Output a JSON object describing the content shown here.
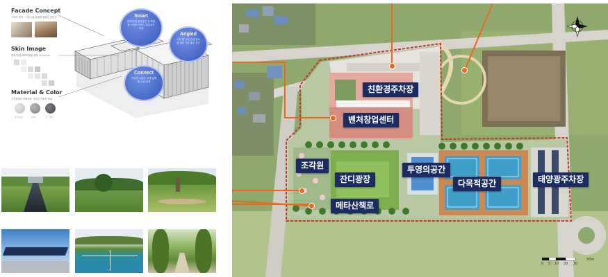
{
  "concept": {
    "facade": {
      "title": "Facade Concept",
      "subtitle": "스마트 벤처 · 기능시설 분절화 융합된 디자인"
    },
    "skin": {
      "title": "Skin Image",
      "subtitle": "벤처/창업/체육체험을 통한 Structure"
    },
    "material": {
      "title": "Material & Color",
      "subtitle": "주변환경과 조화로운 고지된 친화적 재질",
      "swatch_labels": [
        "화이트패널",
        "그레이톤",
        "다크그레이"
      ],
      "swatch_colors": [
        "#c9cbce",
        "#8c8f93",
        "#56595e"
      ]
    },
    "bubbles": {
      "smart": {
        "title": "Smart",
        "desc": "벤처/창업 공유공간 의 복합화 스마트 오피스 특화공간 조성"
      },
      "angled": {
        "title": "Angled",
        "desc": "사선 및 그린 관계 장소성 공유 기분 좋은 공간"
      },
      "connect": {
        "title": "Connect",
        "desc": "다양한 시설간 연계 일체형 시설 위계"
      }
    }
  },
  "labels": {
    "eco_parking": "친환경주차장",
    "venture_center": "벤처창업센터",
    "sculpture_garden": "조각원",
    "lawn_plaza": "잔디광장",
    "transparent_space": "투영의공간",
    "multipurpose_space": "다목적공간",
    "solar_parking": "태양광주차장",
    "metasequoia_path": "메타산책로"
  },
  "scale_bar": {
    "ticks": [
      "0",
      "5",
      "10",
      "20",
      "30"
    ],
    "unit": "50m"
  },
  "colors": {
    "label_bg": "#1b2c63",
    "accent": "#e8681e",
    "site_boundary": "#c2342a"
  },
  "icons": {
    "compass": "compass-rose-icon"
  }
}
